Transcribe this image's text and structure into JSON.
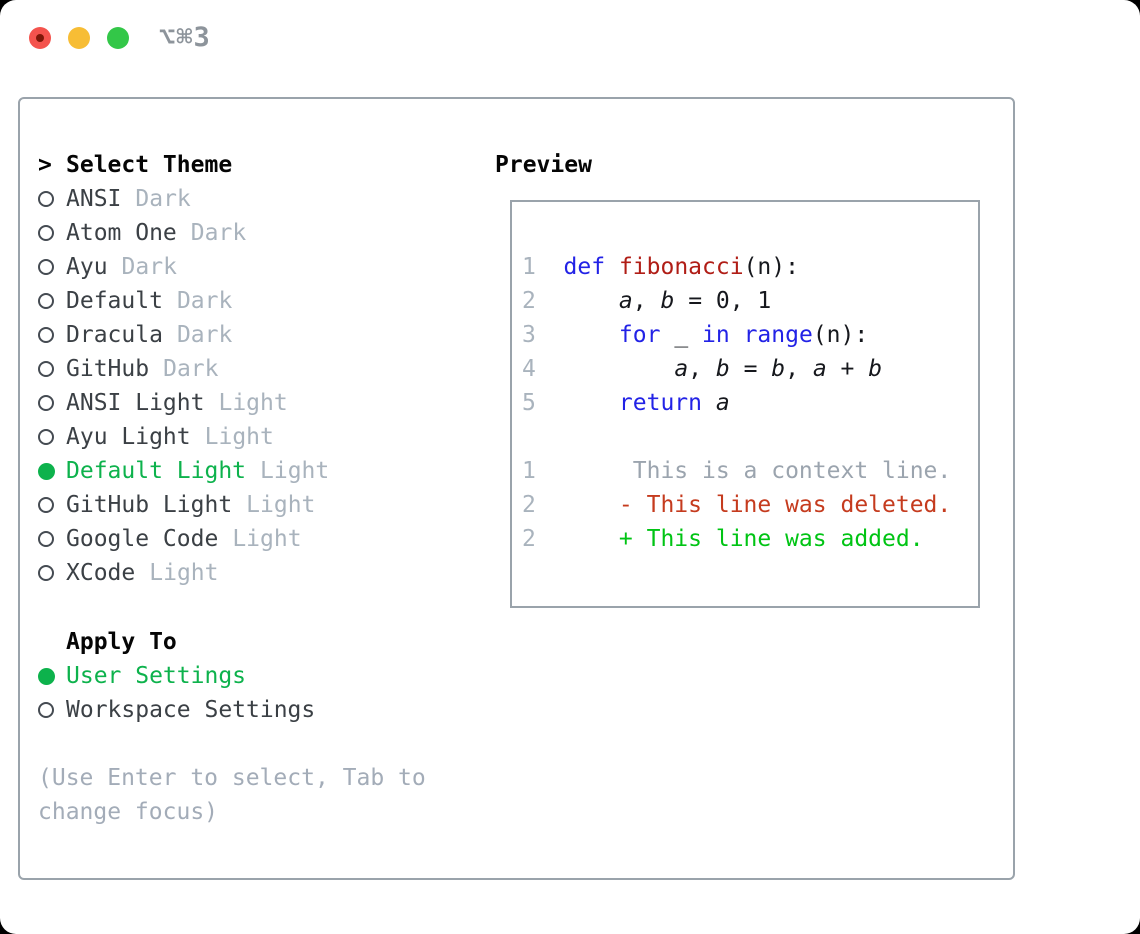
{
  "window": {
    "title": "⌥⌘3",
    "traffic_lights": [
      "close",
      "minimize",
      "zoom"
    ]
  },
  "colors": {
    "accent_green": "#0db24c",
    "added_green": "#00c414",
    "deleted_red": "#c53b1e",
    "keyword_blue": "#2222e6",
    "function_red": "#b01d16",
    "dim_gray": "#a9b3bd",
    "border_gray": "#9aa3ab",
    "traffic_red": "#f4534d",
    "traffic_yellow": "#f7bd35",
    "traffic_green": "#33c748"
  },
  "theme_picker": {
    "prompt": ">",
    "title": "Select Theme",
    "items": [
      {
        "name": "ANSI",
        "variant": "Dark",
        "selected": false
      },
      {
        "name": "Atom One",
        "variant": "Dark",
        "selected": false
      },
      {
        "name": "Ayu",
        "variant": "Dark",
        "selected": false
      },
      {
        "name": "Default",
        "variant": "Dark",
        "selected": false
      },
      {
        "name": "Dracula",
        "variant": "Dark",
        "selected": false
      },
      {
        "name": "GitHub",
        "variant": "Dark",
        "selected": false
      },
      {
        "name": "ANSI Light",
        "variant": "Light",
        "selected": false
      },
      {
        "name": "Ayu Light",
        "variant": "Light",
        "selected": false
      },
      {
        "name": "Default Light",
        "variant": "Light",
        "selected": true
      },
      {
        "name": "GitHub Light",
        "variant": "Light",
        "selected": false
      },
      {
        "name": "Google Code",
        "variant": "Light",
        "selected": false
      },
      {
        "name": "XCode",
        "variant": "Light",
        "selected": false
      }
    ]
  },
  "apply_to": {
    "title": "Apply To",
    "options": [
      {
        "label": "User Settings",
        "selected": true
      },
      {
        "label": "Workspace Settings",
        "selected": false
      }
    ]
  },
  "help": {
    "lines": [
      "(Use Enter to select, Tab to",
      "change focus)"
    ]
  },
  "preview": {
    "title": "Preview",
    "lines": [
      {
        "n": "1",
        "toks": [
          [
            "kw",
            "def"
          ],
          [
            "p",
            " "
          ],
          [
            "fn",
            "fibonacci"
          ],
          [
            "p",
            "(n):"
          ]
        ]
      },
      {
        "n": "2",
        "toks": [
          [
            "p",
            "    "
          ],
          [
            "v",
            "a"
          ],
          [
            "p",
            ", "
          ],
          [
            "v",
            "b"
          ],
          [
            "p",
            " = 0, 1"
          ]
        ]
      },
      {
        "n": "3",
        "toks": [
          [
            "p",
            "    "
          ],
          [
            "kw",
            "for"
          ],
          [
            "p",
            " _ "
          ],
          [
            "kw",
            "in"
          ],
          [
            "p",
            " "
          ],
          [
            "kw",
            "range"
          ],
          [
            "p",
            "(n):"
          ]
        ]
      },
      {
        "n": "4",
        "toks": [
          [
            "p",
            "        "
          ],
          [
            "v",
            "a"
          ],
          [
            "p",
            ", "
          ],
          [
            "v",
            "b"
          ],
          [
            "p",
            " = "
          ],
          [
            "v",
            "b"
          ],
          [
            "p",
            ", "
          ],
          [
            "v",
            "a"
          ],
          [
            "p",
            " + "
          ],
          [
            "v",
            "b"
          ]
        ]
      },
      {
        "n": "5",
        "toks": [
          [
            "p",
            "    "
          ],
          [
            "kw",
            "return"
          ],
          [
            "p",
            " "
          ],
          [
            "v",
            "a"
          ]
        ]
      },
      {
        "n": "",
        "toks": []
      },
      {
        "n": "1",
        "toks": [
          [
            "ctx",
            "     This is a context line."
          ]
        ]
      },
      {
        "n": "2",
        "toks": [
          [
            "del",
            "    - This line was deleted."
          ]
        ]
      },
      {
        "n": "2",
        "toks": [
          [
            "add",
            "    + This line was added."
          ]
        ]
      }
    ]
  }
}
